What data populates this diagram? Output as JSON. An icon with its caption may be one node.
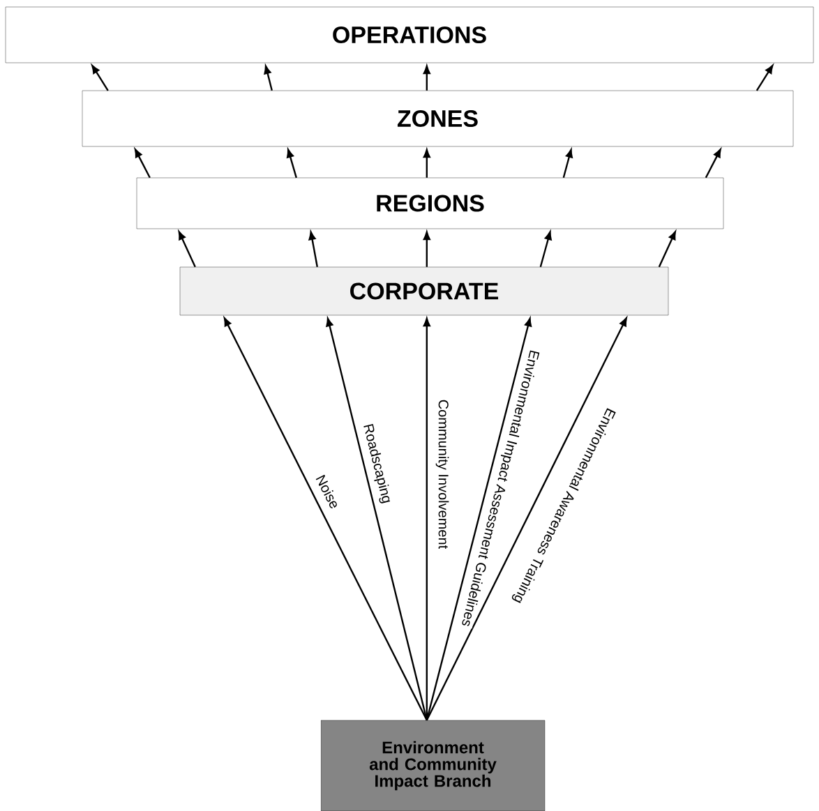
{
  "diagram": {
    "nodes": [
      {
        "text": [
          "OPERATIONS"
        ]
      },
      {
        "text": [
          "ZONES"
        ]
      },
      {
        "text": [
          "REGIONS"
        ]
      },
      {
        "text": [
          "CORPORATE"
        ]
      },
      {
        "text": [
          "Environment and Community Impact Branch"
        ]
      }
    ],
    "edges": [
      {
        "from": 4,
        "to": 3,
        "arrow": "to",
        "label": "Noise"
      },
      {
        "from": 4,
        "to": 3,
        "arrow": "to",
        "label": "Roadscaping"
      },
      {
        "from": 4,
        "to": 3,
        "arrow": "to",
        "label": "Community Involvement"
      },
      {
        "from": 4,
        "to": 3,
        "arrow": "to",
        "label": "Environmental Impact Assessment Guidelines"
      },
      {
        "from": 4,
        "to": 3,
        "arrow": "to",
        "label": "Environmental Awareness Training"
      },
      {
        "from": 3,
        "to": 2,
        "arrow": "to"
      },
      {
        "from": 3,
        "to": 2,
        "arrow": "to"
      },
      {
        "from": 3,
        "to": 2,
        "arrow": "to"
      },
      {
        "from": 3,
        "to": 2,
        "arrow": "to"
      },
      {
        "from": 3,
        "to": 2,
        "arrow": "to"
      },
      {
        "from": 2,
        "to": 1,
        "arrow": "to"
      },
      {
        "from": 2,
        "to": 1,
        "arrow": "to"
      },
      {
        "from": 2,
        "to": 1,
        "arrow": "to"
      },
      {
        "from": 2,
        "to": 1,
        "arrow": "to"
      },
      {
        "from": 2,
        "to": 1,
        "arrow": "to"
      },
      {
        "from": 1,
        "to": 0,
        "arrow": "to"
      },
      {
        "from": 1,
        "to": 0,
        "arrow": "to"
      },
      {
        "from": 1,
        "to": 0,
        "arrow": "to"
      },
      {
        "from": 1,
        "to": 0,
        "arrow": "to"
      }
    ]
  }
}
